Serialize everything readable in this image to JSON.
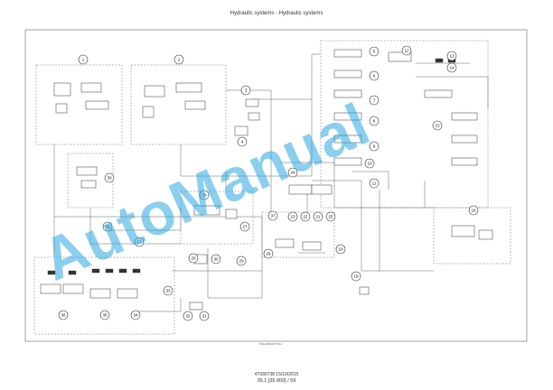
{
  "page_title": "Hydraulic systems - Hydraulic systems",
  "watermark": "AutoManual",
  "drawing_ref": "BAIL12PAG0077AA    1",
  "footer": {
    "doc_line": "47930738 15/10/2015",
    "page_line": "35.1 [35.000] / 59"
  },
  "callouts": [
    "1",
    "2",
    "3",
    "4",
    "5",
    "6",
    "7",
    "8",
    "9",
    "10",
    "11",
    "12",
    "13",
    "14",
    "15",
    "16",
    "17",
    "18",
    "19",
    "20",
    "21",
    "22",
    "23",
    "24",
    "25",
    "26",
    "27",
    "28",
    "29",
    "30",
    "31",
    "32",
    "33",
    "34",
    "35",
    "36",
    "37",
    "38",
    "39"
  ],
  "colors": {
    "watermark": "#2aa7e0",
    "lines": "#555555"
  }
}
